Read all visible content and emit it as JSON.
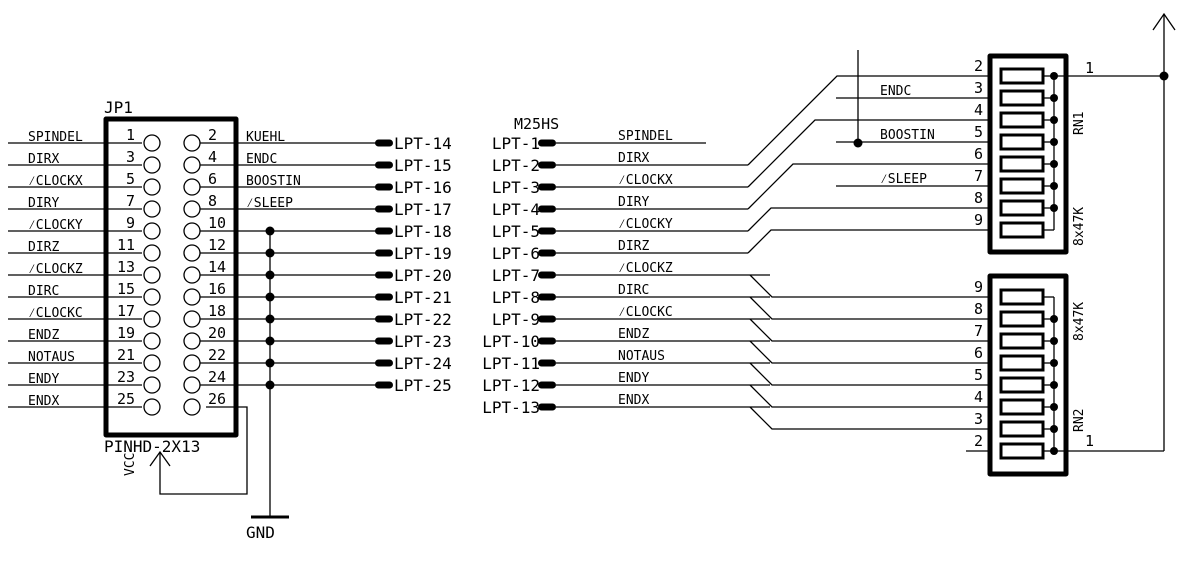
{
  "jp1": {
    "name": "JP1",
    "value": "PINHD-2X13",
    "left_pins": [
      {
        "num": "1",
        "net": "SPINDEL"
      },
      {
        "num": "3",
        "net": "DIRX"
      },
      {
        "num": "5",
        "net": "/CLOCKX"
      },
      {
        "num": "7",
        "net": "DIRY"
      },
      {
        "num": "9",
        "net": "/CLOCKY"
      },
      {
        "num": "11",
        "net": "DIRZ"
      },
      {
        "num": "13",
        "net": "/CLOCKZ"
      },
      {
        "num": "15",
        "net": "DIRC"
      },
      {
        "num": "17",
        "net": "/CLOCKC"
      },
      {
        "num": "19",
        "net": "ENDZ"
      },
      {
        "num": "21",
        "net": "NOTAUS"
      },
      {
        "num": "23",
        "net": "ENDY"
      },
      {
        "num": "25",
        "net": "ENDX"
      }
    ],
    "right_pins": [
      {
        "num": "2",
        "net": "KUEHL"
      },
      {
        "num": "4",
        "net": "ENDC"
      },
      {
        "num": "6",
        "net": "BOOSTIN"
      },
      {
        "num": "8",
        "net": "/SLEEP"
      },
      {
        "num": "10",
        "net": ""
      },
      {
        "num": "12",
        "net": ""
      },
      {
        "num": "14",
        "net": ""
      },
      {
        "num": "16",
        "net": ""
      },
      {
        "num": "18",
        "net": ""
      },
      {
        "num": "20",
        "net": ""
      },
      {
        "num": "22",
        "net": ""
      },
      {
        "num": "24",
        "net": ""
      },
      {
        "num": "26",
        "net": ""
      }
    ]
  },
  "m25hs": {
    "name": "M25HS",
    "left_pins": [
      "LPT-14",
      "LPT-15",
      "LPT-16",
      "LPT-17",
      "LPT-18",
      "LPT-19",
      "LPT-20",
      "LPT-21",
      "LPT-22",
      "LPT-23",
      "LPT-24",
      "LPT-25"
    ],
    "right_pins": [
      "LPT-1",
      "LPT-2",
      "LPT-3",
      "LPT-4",
      "LPT-5",
      "LPT-6",
      "LPT-7",
      "LPT-8",
      "LPT-9",
      "LPT-10",
      "LPT-11",
      "LPT-12",
      "LPT-13"
    ],
    "right_nets": [
      "SPINDEL",
      "DIRX",
      "/CLOCKX",
      "DIRY",
      "/CLOCKY",
      "DIRZ",
      "/CLOCKZ",
      "DIRC",
      "/CLOCKC",
      "ENDZ",
      "NOTAUS",
      "ENDY",
      "ENDX"
    ]
  },
  "rn1": {
    "name": "RN1",
    "value": "8x47K",
    "pins": [
      "2",
      "3",
      "4",
      "5",
      "6",
      "7",
      "8",
      "9"
    ],
    "common_pin": "1",
    "nets": {
      "pin3": "ENDC",
      "pin5": "BOOSTIN",
      "pin7": "/SLEEP"
    }
  },
  "rn2": {
    "name": "RN2",
    "value": "8x47K",
    "pins": [
      "9",
      "8",
      "7",
      "6",
      "5",
      "4",
      "3",
      "2"
    ],
    "common_pin": "1"
  },
  "supplies": {
    "vcc": "VCC",
    "gnd": "GND"
  }
}
